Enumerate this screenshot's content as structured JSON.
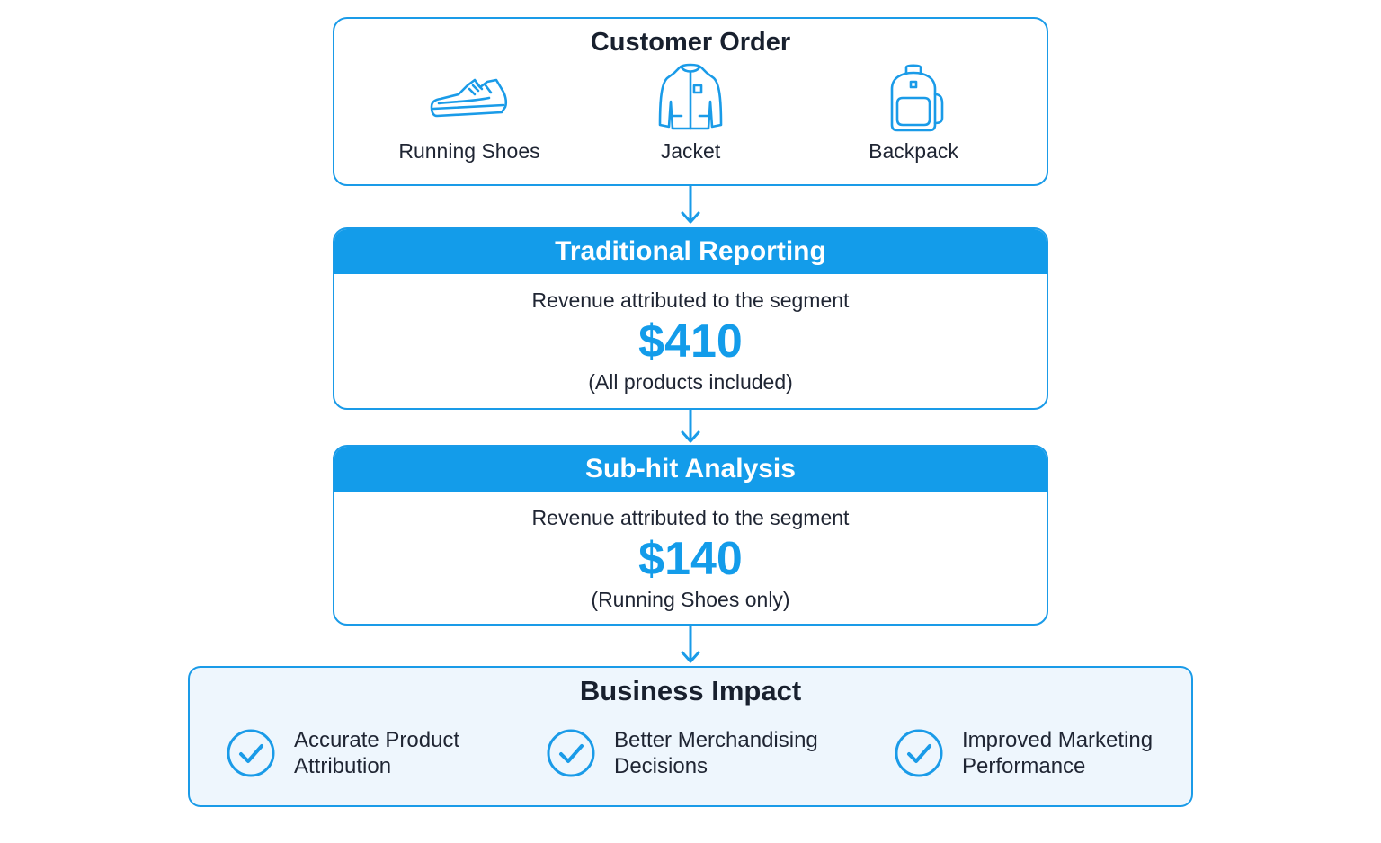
{
  "colors": {
    "accent": "#139cea",
    "impact_bg": "#eef6fd",
    "text": "#1f2533"
  },
  "customer_order": {
    "title": "Customer Order",
    "products": [
      {
        "label": "Running Shoes",
        "icon": "running-shoe-icon"
      },
      {
        "label": "Jacket",
        "icon": "jacket-icon"
      },
      {
        "label": "Backpack",
        "icon": "backpack-icon"
      }
    ]
  },
  "traditional_reporting": {
    "title": "Traditional Reporting",
    "description": "Revenue attributed to the segment",
    "amount": "$410",
    "note": "(All products included)"
  },
  "subhit_analysis": {
    "title": "Sub-hit Analysis",
    "description": "Revenue attributed to the segment",
    "amount": "$140",
    "note": "(Running Shoes only)"
  },
  "business_impact": {
    "title": "Business Impact",
    "benefits": [
      {
        "line1": "Accurate Product",
        "line2": "Attribution",
        "icon": "check-circle-icon"
      },
      {
        "line1": "Better Merchandising",
        "line2": "Decisions",
        "icon": "check-circle-icon"
      },
      {
        "line1": "Improved Marketing",
        "line2": "Performance",
        "icon": "check-circle-icon"
      }
    ]
  }
}
